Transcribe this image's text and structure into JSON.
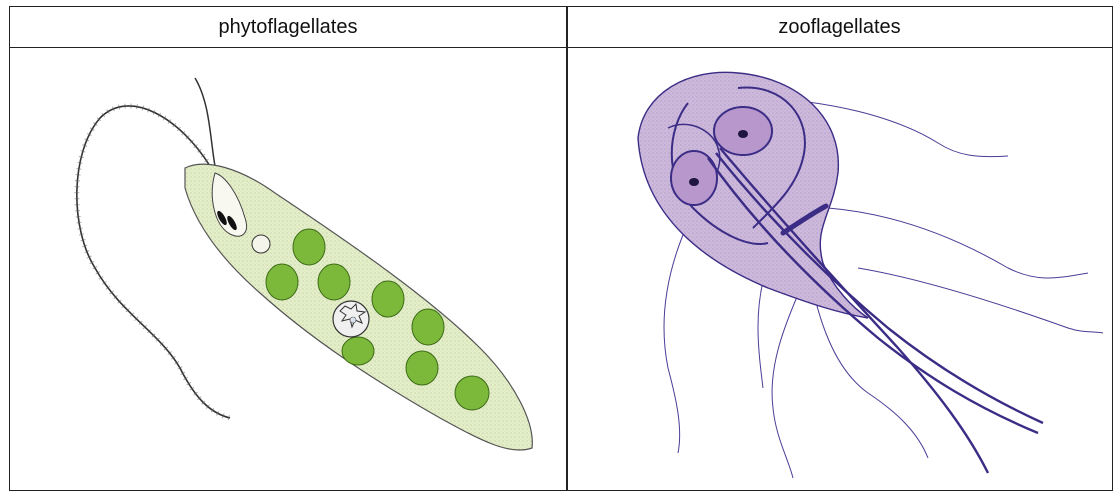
{
  "table": {
    "columns": [
      {
        "header": "phytoflagellates",
        "illustration": "euglena-illustration"
      },
      {
        "header": "zooflagellates",
        "illustration": "giardia-illustration"
      }
    ]
  },
  "colors": {
    "border": "#222222",
    "phyto_body_fill": "#e4efc9",
    "chloroplast": "#7cb83a",
    "zoo_body_fill": "#cdb9dc",
    "zoo_nucleus": "#b898cc",
    "zoo_lines": "#3b2c86"
  }
}
